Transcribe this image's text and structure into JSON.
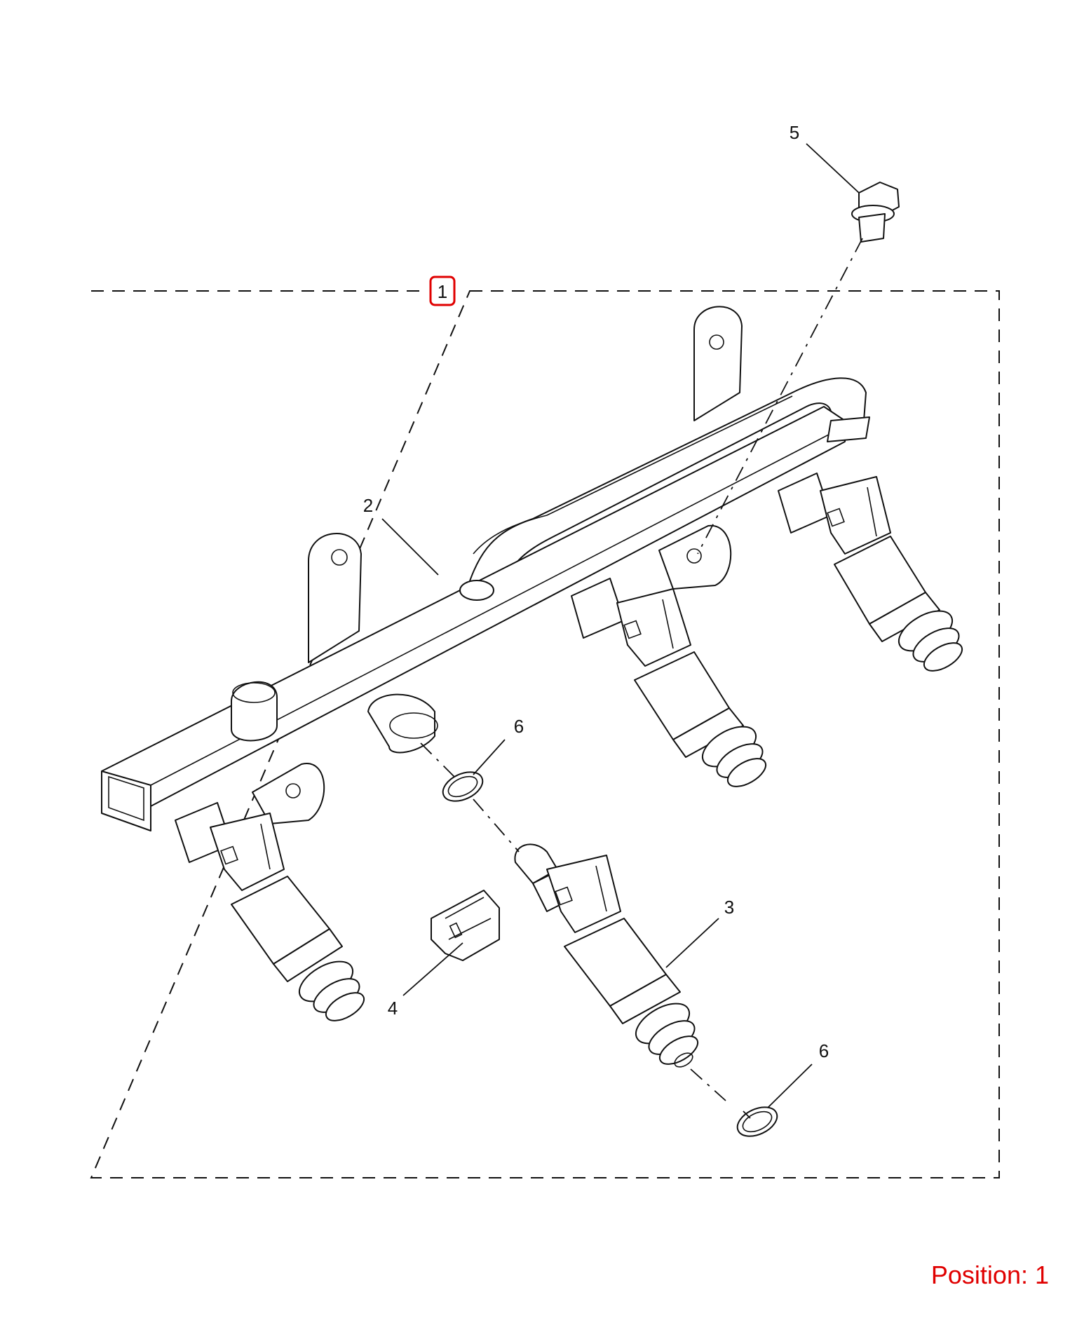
{
  "callouts": [
    {
      "id": "callout-1",
      "text": "1"
    },
    {
      "id": "callout-2",
      "text": "2"
    },
    {
      "id": "callout-3",
      "text": "3"
    },
    {
      "id": "callout-4",
      "text": "4"
    },
    {
      "id": "callout-5",
      "text": "5"
    },
    {
      "id": "callout-6a",
      "text": "6"
    },
    {
      "id": "callout-6b",
      "text": "6"
    }
  ],
  "position_text": "Position: 1",
  "colors": {
    "line": "#111111",
    "highlight": "#e00000",
    "background": "#ffffff"
  }
}
